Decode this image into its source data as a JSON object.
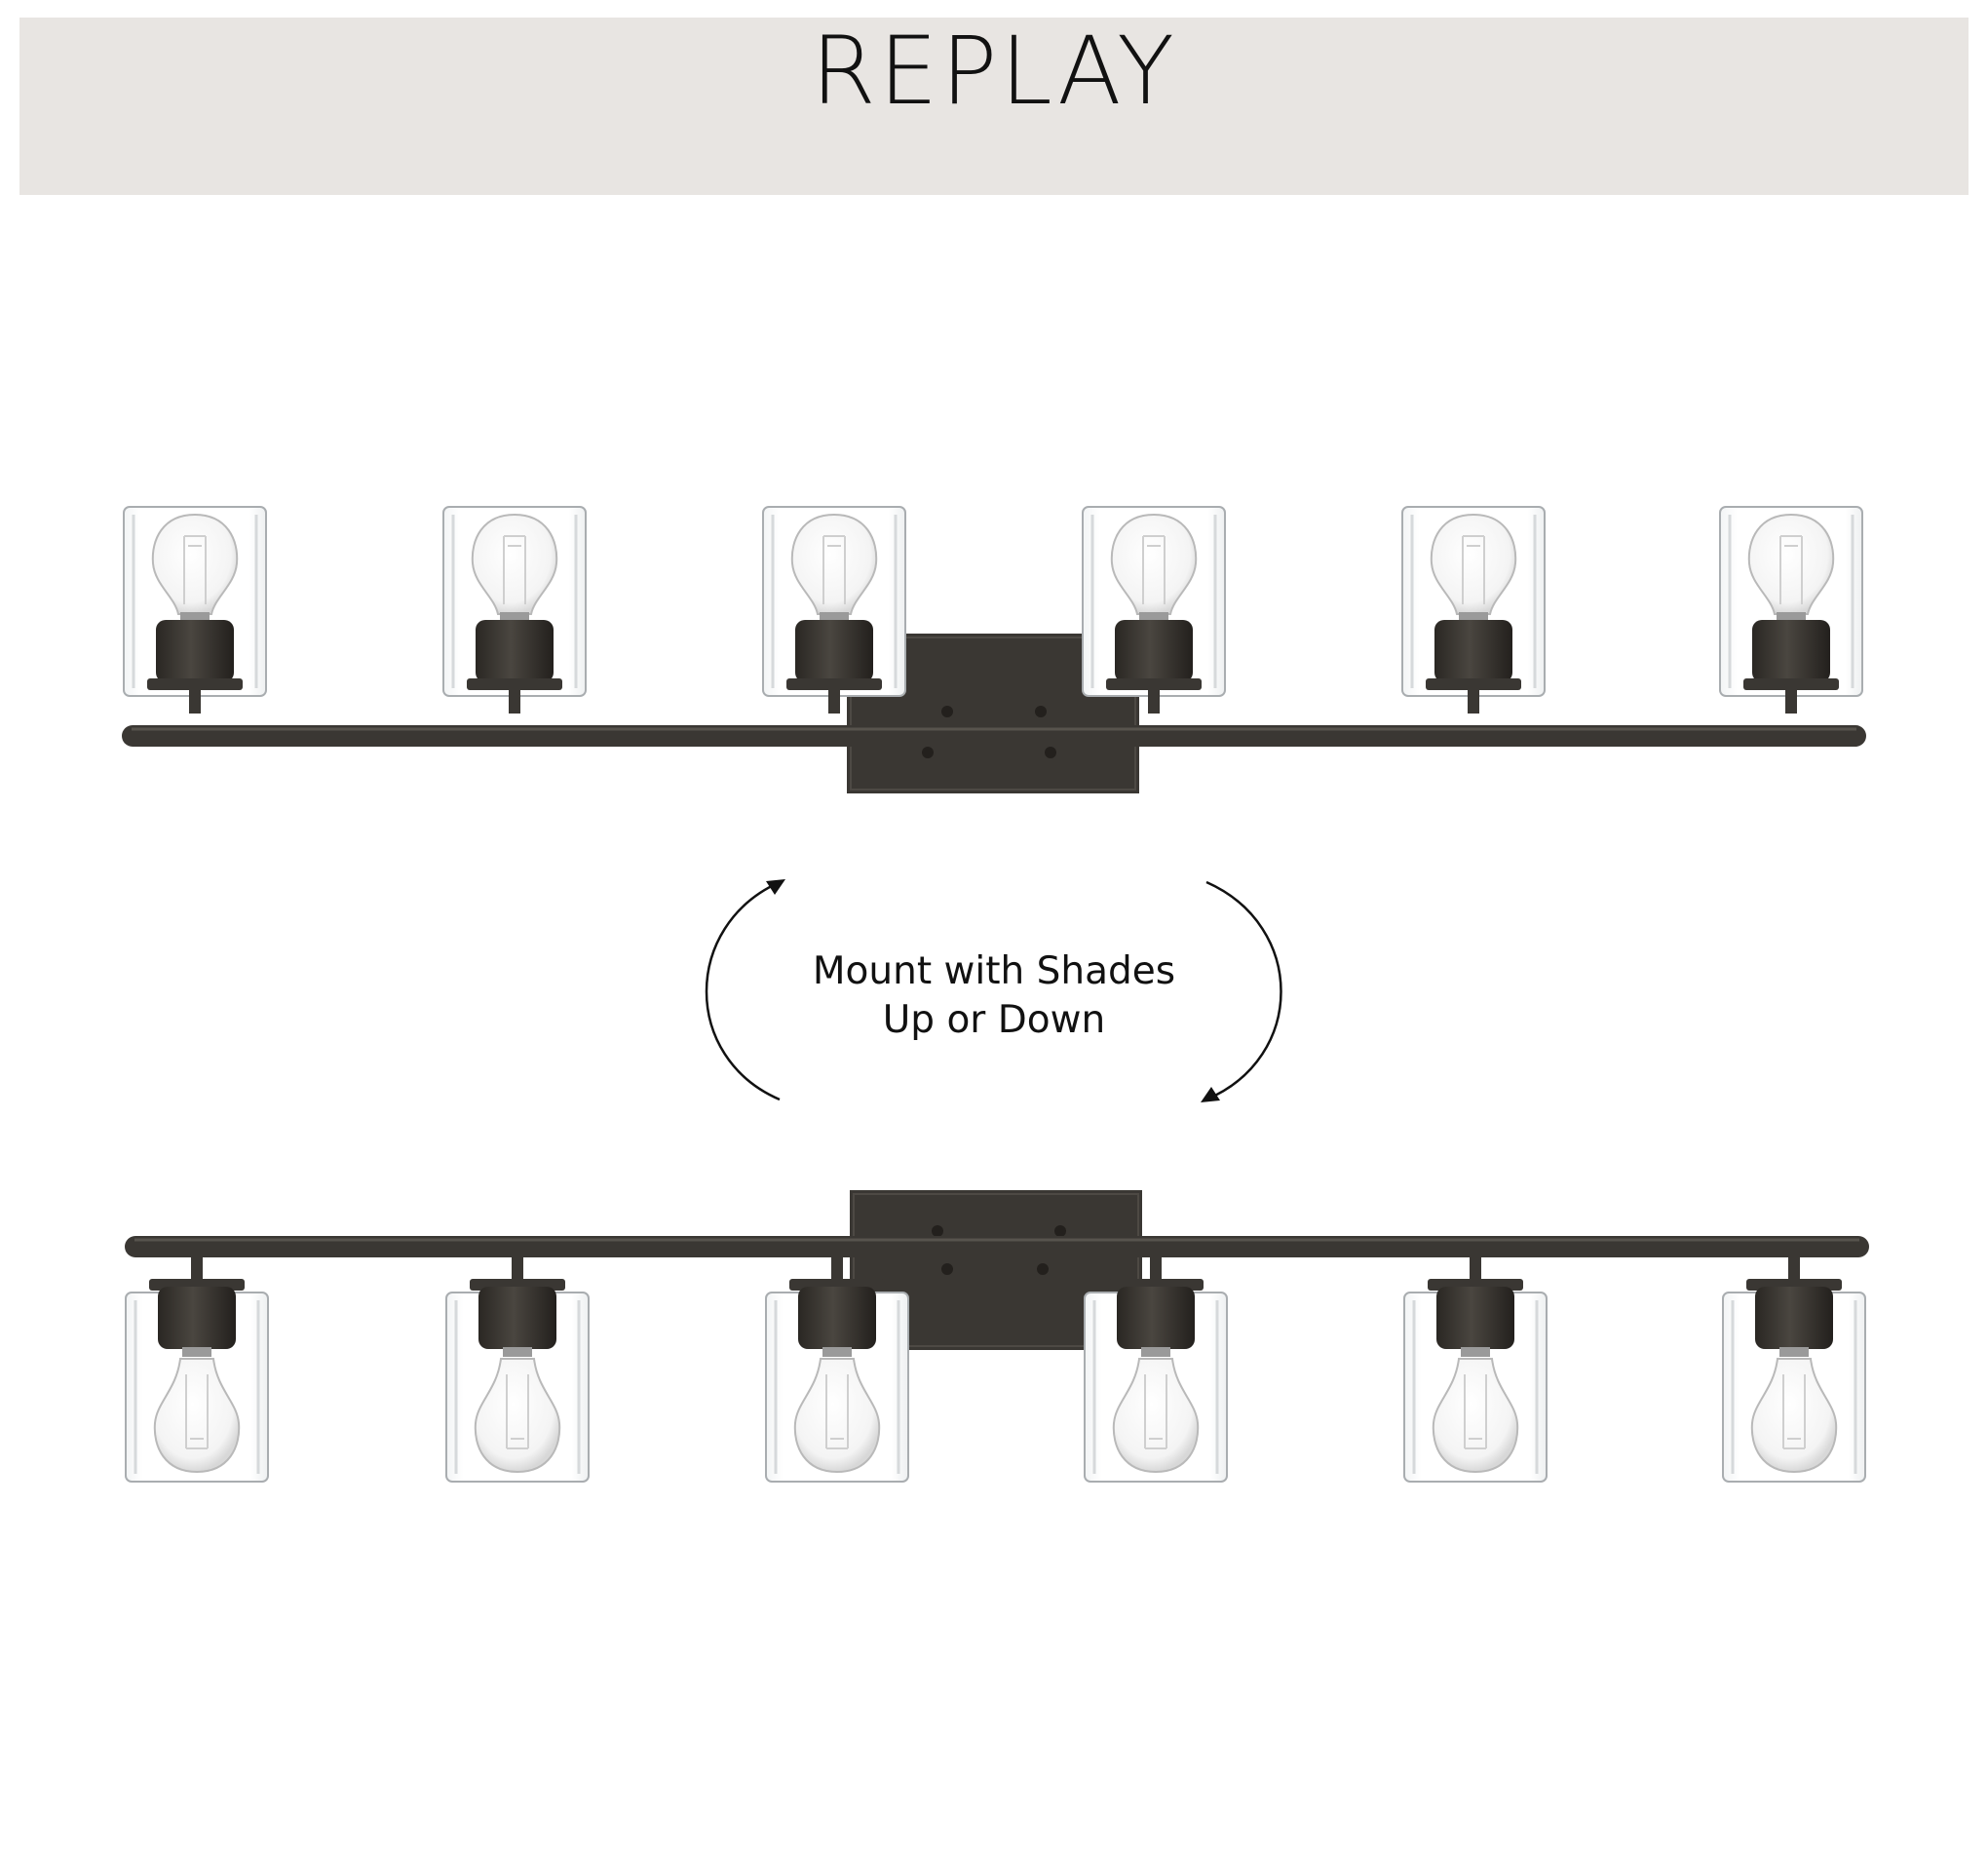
{
  "banner": {
    "title": "REPLAY",
    "background_color": "#e8e5e2"
  },
  "caption": {
    "line1": "Mount with Shades",
    "line2": "Up or Down"
  },
  "fixture": {
    "name": "6-light vanity fixture",
    "light_count": 6,
    "finish_color": "#3a3733",
    "glass": "clear cylinder shade",
    "orientations": [
      "shades-up",
      "shades-down"
    ]
  }
}
